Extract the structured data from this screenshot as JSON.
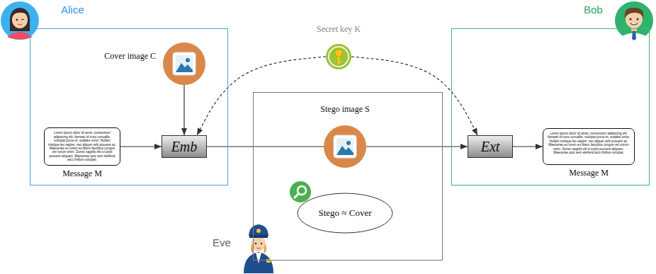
{
  "diagram": {
    "nodes": [
      {
        "text": [
          "Alice"
        ]
      },
      {
        "text": [
          "Lorem ipsum dolor sit amet, consectetur adipiscing elit. Aenean id nunc convallis, volutpat purus et, sodales tortor. Nullam tristique leo sapien, nec aliquet velit posuere ac. Maecenas eu lorem eu libero faucibus congue vel rutrum enim. Donec sagittis elit a turpis posuere aliquam. Maecenas quis sem eleifend arcu finibus volutpat.",
          "Message M"
        ],
        "in": 0
      },
      {
        "text": [
          "Cover image C"
        ],
        "in": 0
      },
      {
        "text": [
          "Emb"
        ],
        "in": 0
      },
      {
        "text": [
          "Eve"
        ]
      },
      {
        "text": [
          "Stego image S"
        ],
        "in": 4
      },
      {
        "text": [
          "Stego ≈ Cover"
        ],
        "in": 4
      },
      {
        "text": [
          "Secret key K"
        ]
      },
      {
        "text": [
          "Bob"
        ]
      },
      {
        "text": [
          "Ext"
        ],
        "in": 8
      },
      {
        "text": [
          "Lorem ipsum dolor sit amet, consectetur adipiscing elit. Aenean id nunc convallis, volutpat purus et, sodales tortor. Nullam tristique leo sapien, nec aliquet velit posuere ac. Maecenas eu lorem eu libero faucibus congue vel rutrum enim. Donec sagittis elit a turpis posuere aliquam. Maecenas quis sem eleifend arcu finibus volutpat.",
          "Message M"
        ],
        "in": 8
      }
    ],
    "edges": [
      {
        "from": 1,
        "to": 3,
        "arrow": "to"
      },
      {
        "from": 2,
        "to": 3,
        "arrow": "to"
      },
      {
        "from": 3,
        "to": 5,
        "arrow": "none"
      },
      {
        "from": 5,
        "to": 9,
        "arrow": "to"
      },
      {
        "from": 7,
        "to": 3,
        "arrow": "to"
      },
      {
        "from": 7,
        "to": 9,
        "arrow": "to"
      },
      {
        "from": 9,
        "to": 10,
        "arrow": "to"
      }
    ]
  }
}
